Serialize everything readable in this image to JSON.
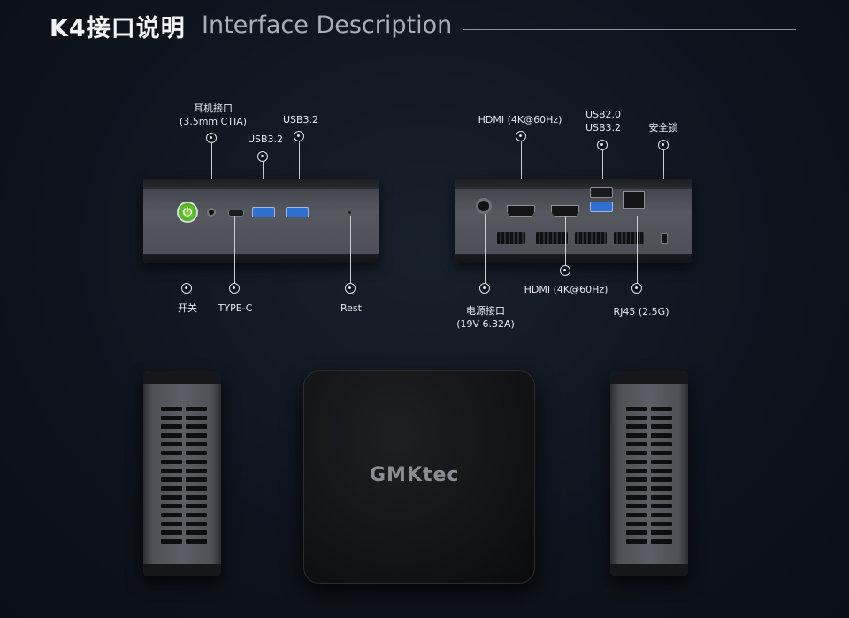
{
  "header": {
    "title_zh": "K4接口说明",
    "title_en": "Interface Description"
  },
  "front_panel": {
    "callouts_top": [
      {
        "id": "headphone",
        "lines": [
          "耳机接口",
          "(3.5mm CTIA)"
        ]
      },
      {
        "id": "usb32_left",
        "lines": [
          "USB3.2"
        ]
      },
      {
        "id": "usb32_right",
        "lines": [
          "USB3.2"
        ]
      }
    ],
    "callouts_bottom": [
      {
        "id": "power",
        "lines": [
          "开关"
        ]
      },
      {
        "id": "typec",
        "lines": [
          "TYPE-C"
        ]
      },
      {
        "id": "reset",
        "lines": [
          "Rest"
        ]
      }
    ],
    "power_glyph": "⏻"
  },
  "rear_panel": {
    "callouts_top": [
      {
        "id": "hdmi_top",
        "lines": [
          "HDMI (4K@60Hz)"
        ]
      },
      {
        "id": "usb_stack",
        "lines": [
          "USB2.0",
          "USB3.2"
        ]
      },
      {
        "id": "kensington",
        "lines": [
          "安全锁"
        ]
      }
    ],
    "callouts_bottom": [
      {
        "id": "dc_in",
        "lines": [
          "电源接口",
          "(19V 6.32A)"
        ]
      },
      {
        "id": "hdmi_bottom",
        "lines": [
          "HDMI (4K@60Hz)"
        ]
      },
      {
        "id": "rj45",
        "lines": [
          "RJ45 (2.5G)"
        ]
      }
    ]
  },
  "lid": {
    "brand": "GMKtec"
  },
  "colors": {
    "background": "#0e141c",
    "power_button": "#49b01f",
    "usb32_port": "#2f6fd0"
  }
}
